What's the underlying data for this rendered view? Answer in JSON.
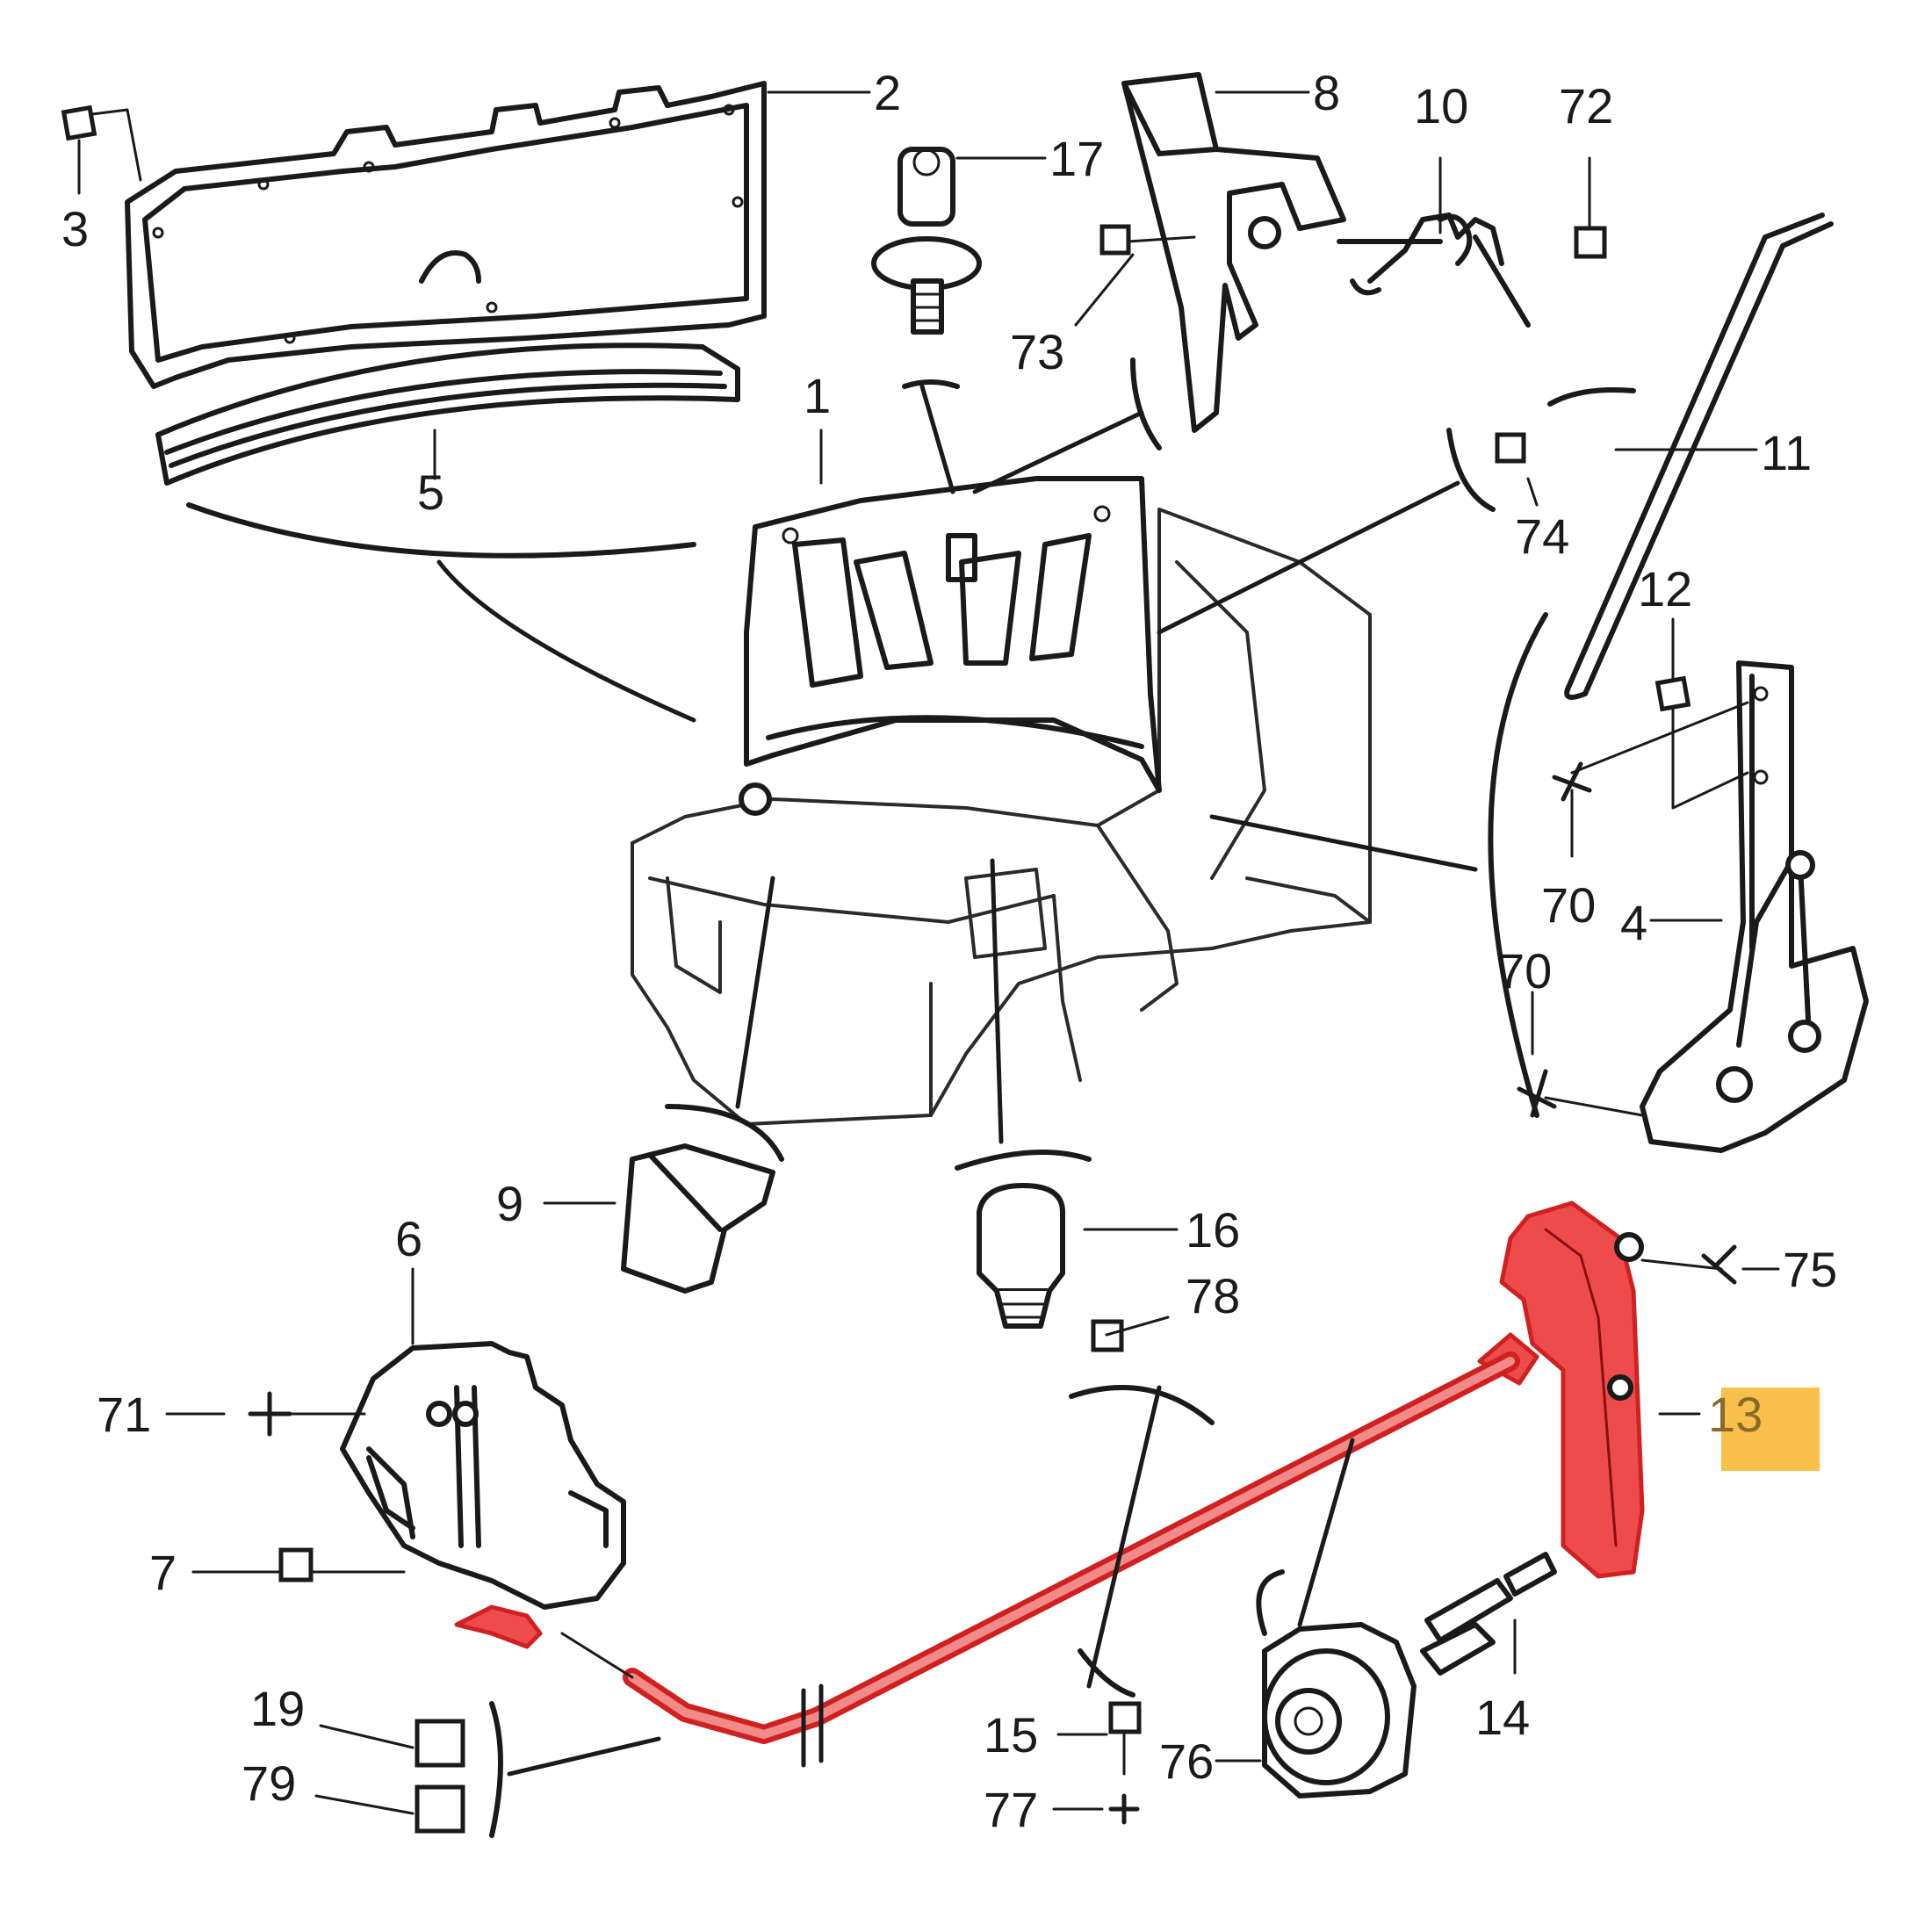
{
  "diagram": {
    "highlight_color": "#ee4c4c",
    "label_highlight_color": "#f8c04a",
    "callouts": {
      "c1": "1",
      "c2": "2",
      "c3": "3",
      "c4": "4",
      "c5": "5",
      "c6": "6",
      "c7": "7",
      "c8": "8",
      "c9": "9",
      "c10": "10",
      "c11": "11",
      "c12": "12",
      "c13": "13",
      "c14": "14",
      "c15": "15",
      "c16": "16",
      "c17": "17",
      "c19": "19",
      "c70a": "70",
      "c70b": "70",
      "c71": "71",
      "c72": "72",
      "c73": "73",
      "c74": "74",
      "c75": "75",
      "c76": "76",
      "c77": "77",
      "c78": "78",
      "c79": "79"
    }
  }
}
